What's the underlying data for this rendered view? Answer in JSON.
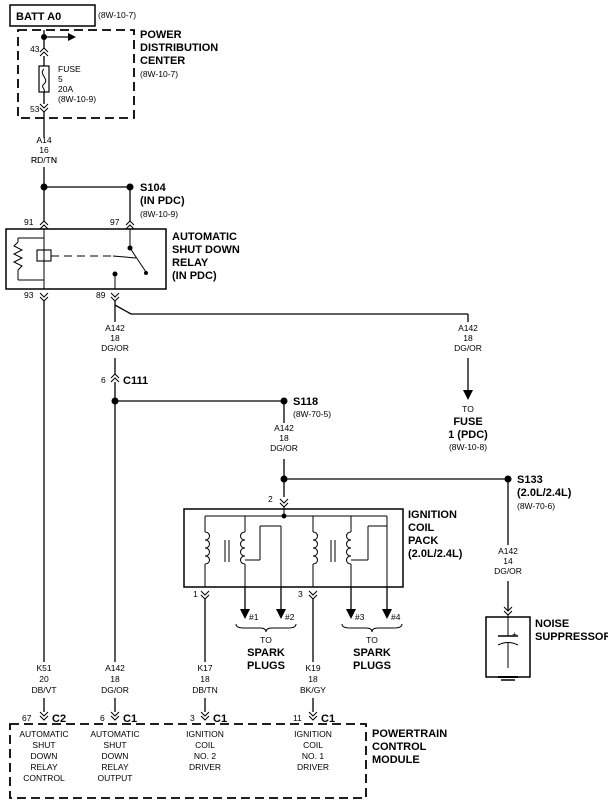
{
  "batt": {
    "label": "BATT A0",
    "ref": "(8W-10-7)"
  },
  "pdc": {
    "line1": "POWER",
    "line2": "DISTRIBUTION",
    "line3": "CENTER",
    "ref": "(8W-10-7)",
    "pin_in": "43",
    "pin_out": "53",
    "fuse_l1": "FUSE",
    "fuse_l2": "5",
    "fuse_l3": "20A",
    "fuse_l4": "(8W-10-9)"
  },
  "wire_a14": {
    "code": "A14",
    "gauge": "16",
    "color": "RD/TN"
  },
  "s104": {
    "label": "S104",
    "sub": "(IN PDC)",
    "ref": "(8W-10-9)"
  },
  "asd": {
    "line1": "AUTOMATIC",
    "line2": "SHUT DOWN",
    "line3": "RELAY",
    "line4": "(IN PDC)",
    "pin91": "91",
    "pin97": "97",
    "pin93": "93",
    "pin89": "89"
  },
  "wire_a142_top": {
    "code": "A142",
    "gauge": "18",
    "color": "DG/OR"
  },
  "wire_a142_right": {
    "code": "A142",
    "gauge": "18",
    "color": "DG/OR"
  },
  "fuse1": {
    "line1": "TO",
    "line2": "FUSE",
    "line3": "1 (PDC)",
    "ref": "(8W-10-8)"
  },
  "c111": {
    "pin": "6",
    "label": "C111"
  },
  "s118": {
    "label": "S118",
    "ref": "(8W-70-5)"
  },
  "wire_a142_s118": {
    "code": "A142",
    "gauge": "18",
    "color": "DG/OR"
  },
  "s133": {
    "label": "S133",
    "sub": "(2.0L/2.4L)",
    "ref": "(8W-70-6)"
  },
  "coil": {
    "line1": "IGNITION",
    "line2": "COIL",
    "line3": "PACK",
    "line4": "(2.0L/2.4L)",
    "pin2": "2",
    "pin1": "1",
    "pin3": "3"
  },
  "spark_left": {
    "p1": "#1",
    "p2": "#2",
    "to": "TO",
    "l1": "SPARK",
    "l2": "PLUGS"
  },
  "spark_right": {
    "p3": "#3",
    "p4": "#4",
    "to": "TO",
    "l1": "SPARK",
    "l2": "PLUGS"
  },
  "wire_a142_noise": {
    "code": "A142",
    "gauge": "14",
    "color": "DG/OR"
  },
  "noise": {
    "line1": "NOISE",
    "line2": "SUPPRESSOR"
  },
  "bottom_wires": [
    {
      "code": "K51",
      "gauge": "20",
      "color": "DB/VT"
    },
    {
      "code": "A142",
      "gauge": "18",
      "color": "DG/OR"
    },
    {
      "code": "K17",
      "gauge": "18",
      "color": "DB/TN"
    },
    {
      "code": "K19",
      "gauge": "18",
      "color": "BK/GY"
    }
  ],
  "pcm_pins": [
    {
      "pin": "67",
      "conn": "C2",
      "l1": "AUTOMATIC",
      "l2": "SHUT",
      "l3": "DOWN",
      "l4": "RELAY",
      "l5": "CONTROL"
    },
    {
      "pin": "6",
      "conn": "C1",
      "l1": "AUTOMATIC",
      "l2": "SHUT",
      "l3": "DOWN",
      "l4": "RELAY",
      "l5": "OUTPUT"
    },
    {
      "pin": "3",
      "conn": "C1",
      "l1": "IGNITION",
      "l2": "COIL",
      "l3": "NO. 2",
      "l4": "DRIVER",
      "l5": ""
    },
    {
      "pin": "11",
      "conn": "C1",
      "l1": "IGNITION",
      "l2": "COIL",
      "l3": "NO. 1",
      "l4": "DRIVER",
      "l5": ""
    }
  ],
  "pcm": {
    "line1": "POWERTRAIN",
    "line2": "CONTROL",
    "line3": "MODULE"
  }
}
